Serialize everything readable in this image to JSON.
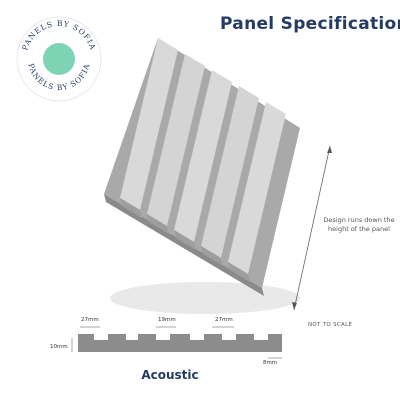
{
  "header": {
    "title": "Panel Specification"
  },
  "logo": {
    "text": "PANELS BY SOFIA",
    "accent_color": "#7fd3b5",
    "ring_color": "#243b66"
  },
  "panel": {
    "slat_color": "#cfcfcf",
    "shadow_color": "#e6e6e6",
    "direction_note": "Design runs down the height of the panel",
    "scale_note": "NOT TO SCALE"
  },
  "profile": {
    "label": "Acoustic",
    "dims": {
      "slat_width": "27mm",
      "gap_width": "19mm",
      "slat_width_2": "27mm",
      "height": "10mm",
      "base": "8mm"
    },
    "color": "#8c8c8c"
  }
}
